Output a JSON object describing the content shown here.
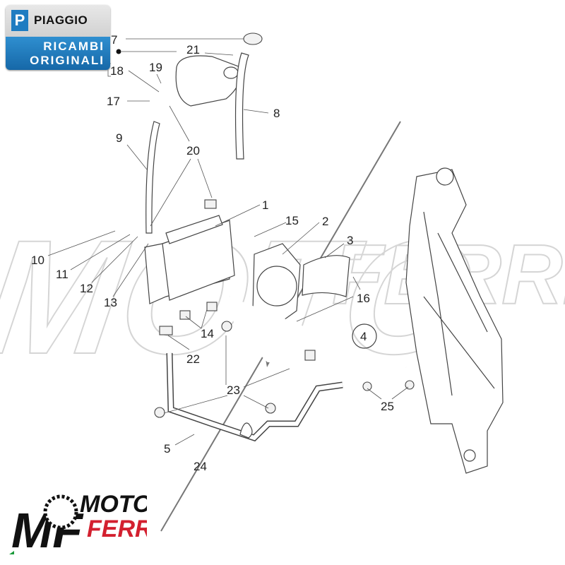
{
  "brand_logo": {
    "brand": "PIAGGIO",
    "line1": "RICAMBI",
    "line2": "ORIGINALI"
  },
  "dealer_logo": {
    "monogram": "MF",
    "line1": "MOTO",
    "line2": "FERRI"
  },
  "watermark": {
    "line1": "MOTO",
    "line2": "FERRI"
  },
  "labels": {
    "l1": "1",
    "l2": "2",
    "l3": "3",
    "l4": "4",
    "l5": "5",
    "l7": "7",
    "l8": "8",
    "l9": "9",
    "l10": "10",
    "l11": "11",
    "l12": "12",
    "l13": "13",
    "l14": "14",
    "l15": "15",
    "l16": "16",
    "l17": "17",
    "l18": "18",
    "l19": "19",
    "l20": "20",
    "l21": "21",
    "l22": "22",
    "l23": "23",
    "l24": "24",
    "l25": "25"
  },
  "colors": {
    "piaggio_blue": "#1f7cc1",
    "ferri_red": "#d3202f"
  }
}
